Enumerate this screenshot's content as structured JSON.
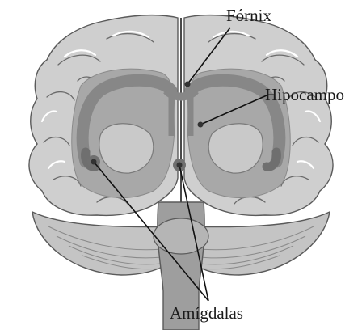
{
  "figure": {
    "labels": {
      "fornix": "Fórnix",
      "hippocampus": "Hipocampo",
      "amygdalae": "Amígdalas"
    }
  },
  "colors": {
    "cortex": "#cfcfcf",
    "white_matter": "#a8a8a8",
    "limbic_structures": "#878787",
    "cerebellum": "#c4c4c4",
    "brainstem": "#9e9e9e",
    "leader_lines": "#111111"
  }
}
